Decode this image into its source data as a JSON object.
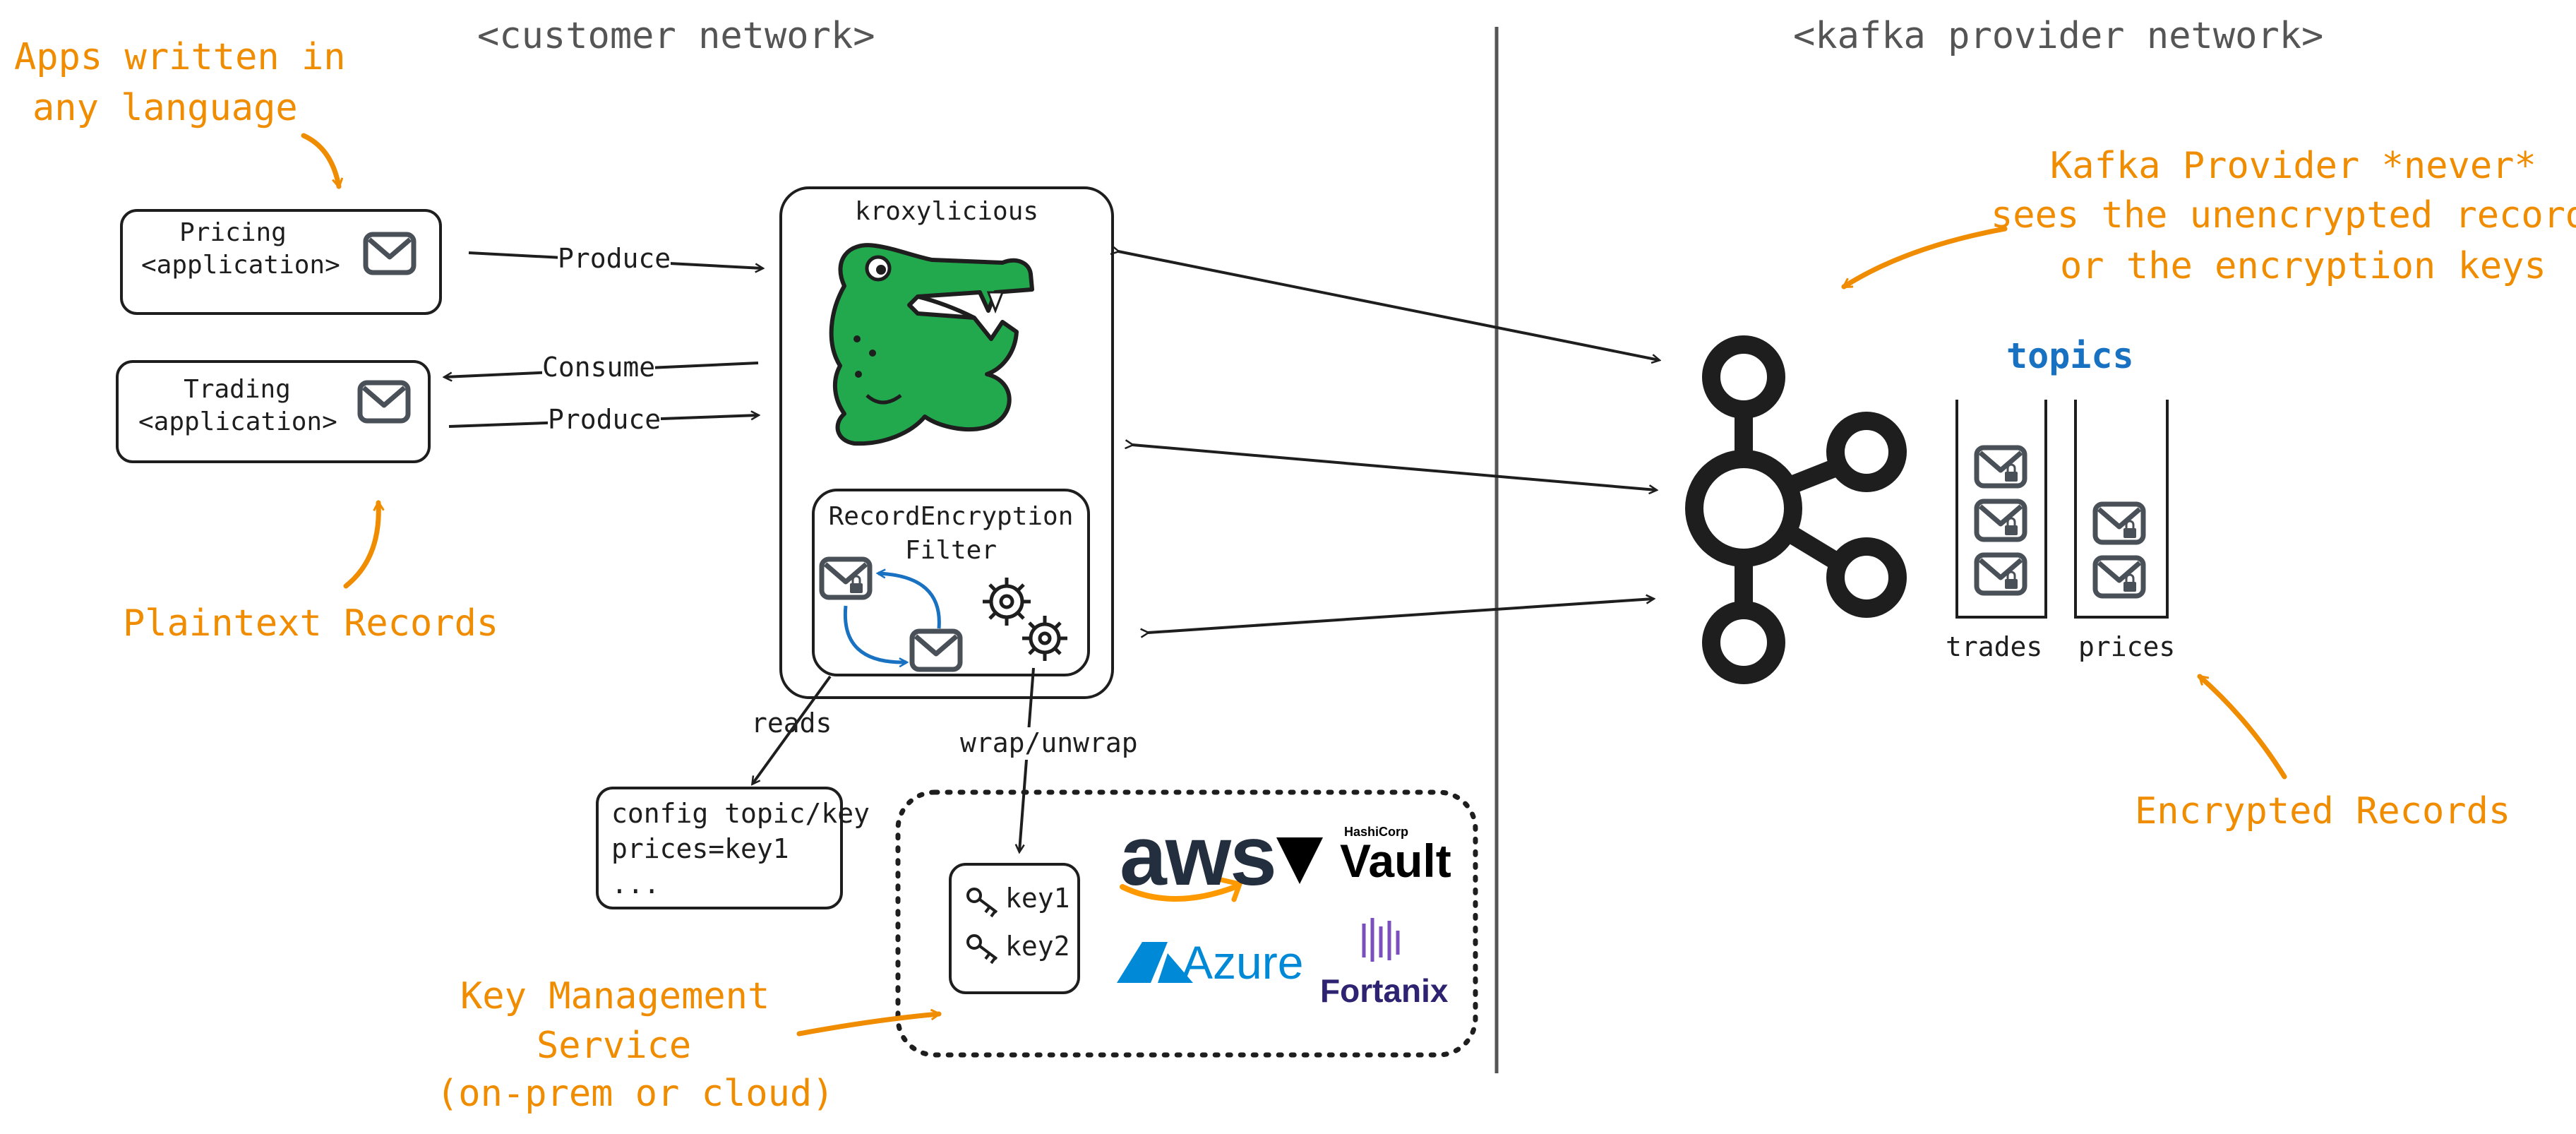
{
  "networks": {
    "customer": "<customer network>",
    "provider": "<kafka provider network>"
  },
  "annotations": {
    "apps_line1": "Apps written in",
    "apps_line2": "any language",
    "plaintext": "Plaintext Records",
    "provider_line1": "Kafka Provider *never*",
    "provider_line2": "sees the unencrypted records",
    "provider_line3": "or the encryption keys",
    "encrypted": "Encrypted Records",
    "kms_line1": "Key Management",
    "kms_line2": "Service",
    "kms_line3": "(on-prem or cloud)"
  },
  "apps": {
    "pricing_line1": "Pricing",
    "pricing_line2": "<application>",
    "trading_line1": "Trading",
    "trading_line2": "<application>"
  },
  "flows": {
    "produce1": "Produce",
    "consume": "Consume",
    "produce2": "Produce",
    "reads": "reads",
    "wrap": "wrap/unwrap"
  },
  "proxy": {
    "title": "kroxylicious",
    "filter_line1": "RecordEncryption",
    "filter_line2": "Filter"
  },
  "config": {
    "line1": "config topic/key",
    "line2": "prices=key1",
    "line3": "..."
  },
  "keys": {
    "key1": "key1",
    "key2": "key2"
  },
  "vendors": {
    "aws": "aws",
    "hashicorp": "HashiCorp",
    "vault": "Vault",
    "azure": "Azure",
    "fortanix": "Fortanix"
  },
  "topics": {
    "title": "topics",
    "trades": "trades",
    "prices": "prices"
  },
  "colors": {
    "annotation": "#f08c00",
    "topics_title": "#1971c2",
    "croc_green": "#16a34a",
    "kafka": "#1e1e1e",
    "filter_arrows": "#1971c2"
  }
}
